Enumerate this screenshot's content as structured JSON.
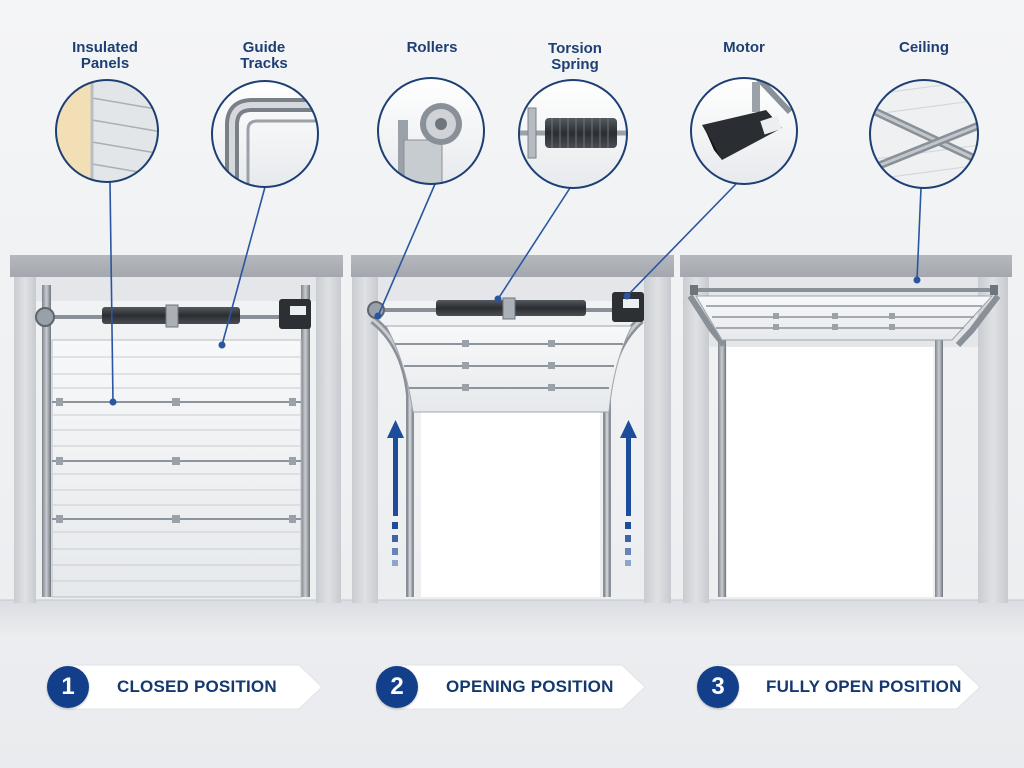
{
  "callouts": [
    {
      "id": "insulated-panels",
      "label": "Insulated\nPanels"
    },
    {
      "id": "guide-tracks",
      "label": "Guide\nTracks"
    },
    {
      "id": "rollers",
      "label": "Rollers"
    },
    {
      "id": "torsion-spring",
      "label": "Torsion\nSpring"
    },
    {
      "id": "motor",
      "label": "Motor"
    },
    {
      "id": "ceiling",
      "label": "Ceiling"
    }
  ],
  "steps": [
    {
      "number": "1",
      "label": "CLOSED POSITION"
    },
    {
      "number": "2",
      "label": "OPENING POSITION"
    },
    {
      "number": "3",
      "label": "FULLY OPEN POSITION"
    }
  ],
  "colors": {
    "accent": "#133f8a",
    "label_text": "#1d3f73",
    "leader_line": "#2a55a0",
    "frame": "#b8bcc2",
    "door_panel": "#f1f3f5"
  }
}
